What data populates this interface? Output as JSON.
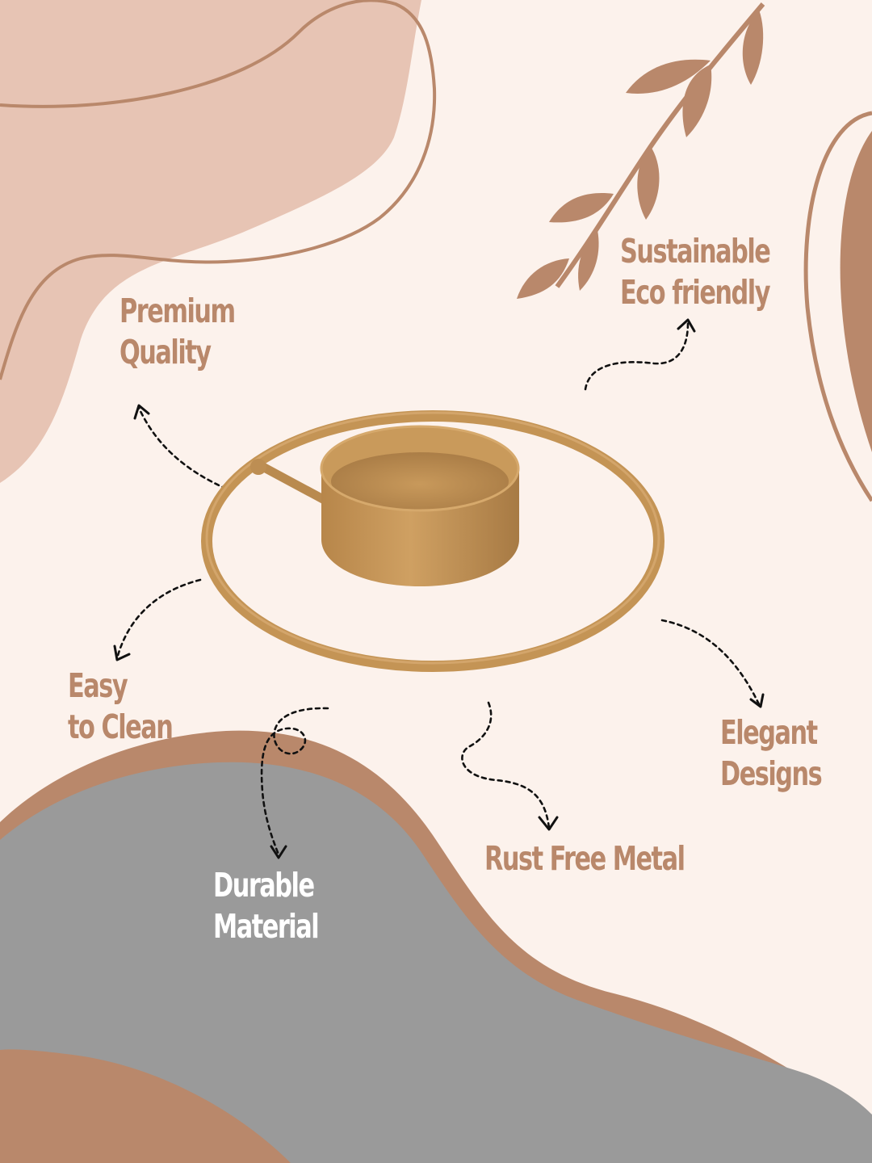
{
  "colors": {
    "background": "#FCF2EC",
    "blush_blob": "#E7C4B4",
    "brown_accent": "#B9886B",
    "grey_blob": "#9A9A9A",
    "gold": "#C49455",
    "text_brown": "#B9886B",
    "text_white": "#FFFFFF",
    "arrow": "#111111"
  },
  "features": {
    "premium_quality": {
      "line1": "Premium",
      "line2": "Quality"
    },
    "sustainable": {
      "line1": "Sustainable",
      "line2": "Eco friendly"
    },
    "easy_clean": {
      "line1": "Easy",
      "line2": "to Clean"
    },
    "elegant": {
      "line1": "Elegant",
      "line2": "Designs"
    },
    "rust_free": {
      "line1": "Rust Free Metal"
    },
    "durable": {
      "line1": "Durable",
      "line2": "Material"
    }
  },
  "icons": [
    "leaf-branch-icon",
    "dotted-arrow-icon"
  ]
}
